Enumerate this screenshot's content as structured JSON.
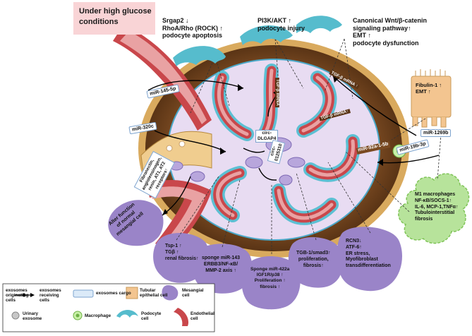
{
  "title": "Under high glucose conditions",
  "top_effects": {
    "left": [
      "Srgap2 ↓",
      "RhoA/Rho (ROCK) ↑",
      "podocyte apoptosis"
    ],
    "middle": [
      "PI3K/AKT ↑",
      "podocyte injury"
    ],
    "right": [
      "Canonical Wnt/β-catenin",
      "signaling pathway↑",
      "EMT ↑",
      "podocyte dysfunction"
    ]
  },
  "fibulin": [
    "Fibulin-1 ↑",
    "EMT ↑"
  ],
  "mirna_labels": {
    "mir145": "miR-145-5p",
    "mir320c": "miR-320c",
    "mir1269b": "miR-1269b",
    "mir19b": "miR-19b-3p",
    "mir92a": "miR-92a-1-5b"
  },
  "inner_labels": {
    "tgfb_mrna_vertical": "TGF-β mRNA",
    "tgfb_mrna_arc": "TGF-β mRNA ↑",
    "tgfb_mrna_small": "TGF-β mRNA↑",
    "circ_dlgap4": [
      "circ-",
      "DLGAP4"
    ],
    "circ_0125310": [
      "circ-",
      "0125310"
    ]
  },
  "left_cargo": [
    "Fibronectin,",
    "angiotensinogen,",
    "renin, AT1, AT2",
    "receptors↑"
  ],
  "mesangial_boxes": {
    "alter": [
      "Alter function",
      "of normal",
      "mesangial cell"
    ],
    "tsp1": [
      "Tsp-1 ↑",
      "TGβ ↑",
      "renal fibrosis↑"
    ],
    "sponge143": [
      "sponge miR-143",
      "ERBB3/NF-κB/",
      "MMP-2 axis ↑"
    ],
    "sponge422a": [
      "Sponge miR-422a",
      "IGF1R/p38 ↑",
      "Proliferation ↑",
      "fibrosis ↑"
    ],
    "tgfb1": [
      "TGB-1/smad3↑",
      "proliferation,",
      "fibrosis↑"
    ],
    "rcn3": [
      "RCN3↓",
      "ATF-6↑",
      "ER stress,",
      "Myofibroblast",
      "transdifferentiation"
    ]
  },
  "macrophage_effects": [
    "M1 macrophages",
    "NF-κB/SOCS-1↑",
    "IL-6, MCP-1,TNFα↑",
    "Tubulointerstitial",
    "fibrosis"
  ],
  "legend": {
    "exosome_flow": [
      "exosomes",
      "originating",
      "cells"
    ],
    "exosome_receiving": [
      "exosomes",
      "receiving",
      "cells"
    ],
    "exosomes_cargo": "exosomes cargo",
    "tubular": [
      "Tubular",
      "epithelial cell"
    ],
    "mesangial": [
      "Mesangial",
      "cell"
    ],
    "urinary": [
      "Urinary",
      "exosome"
    ],
    "macrophage": "Macrophage",
    "podocyte": [
      "Podocyte",
      "cell"
    ],
    "endothelial": [
      "Endothelial",
      "cell"
    ]
  },
  "colors": {
    "vessel_red": "#c9474b",
    "vessel_pink": "#e9a2a3",
    "capsule_brown": "#7a4a24",
    "capsule_tan": "#d7a75a",
    "podocyte_blue": "#56bccd",
    "mesangial_purple": "#9a84c8",
    "macrophage_green": "#b7e39b",
    "title_pink": "#f9d4d6",
    "tubular_orange": "#f3c590"
  }
}
